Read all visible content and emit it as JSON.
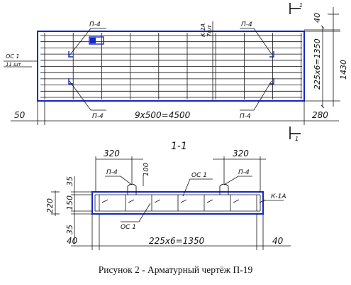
{
  "colors": {
    "outline": "#1428c8",
    "line": "#111111",
    "background": "#ffffff"
  },
  "plan": {
    "label_p4_top_left": "П-4",
    "label_p4_top_right": "П-4",
    "label_p4_bottom_left": "П-4",
    "label_p4_bottom_right": "П-4",
    "label_k1a": "К-1А",
    "label_k1a_count": "7шт",
    "label_os1": "ОС 1",
    "label_os1_count": "11 шт",
    "dim_left": "50",
    "dim_bottom": "9х500=4500",
    "dim_right": "280",
    "dim_top_40": "40",
    "dim_side": "225х6=1350",
    "dim_total": "1430",
    "section_mark_top": "1",
    "section_mark_bottom": "1"
  },
  "section": {
    "title": "1-1",
    "dim_left_320": "320",
    "dim_right_320": "320",
    "dim_35_top": "35",
    "dim_100": "100",
    "dim_220": "220",
    "dim_150": "150",
    "dim_35_bottom": "35",
    "dim_40_left": "40",
    "dim_40_right": "40",
    "dim_bottom": "225х6=1350",
    "label_p4_left": "П-4",
    "label_os1_top": "ОС 1",
    "label_p4_right": "П-4",
    "label_k1a": "К-1А",
    "label_os1_bottom": "ОС 1"
  },
  "caption": "Рисунок 2 - Арматурный чертёж П-19"
}
